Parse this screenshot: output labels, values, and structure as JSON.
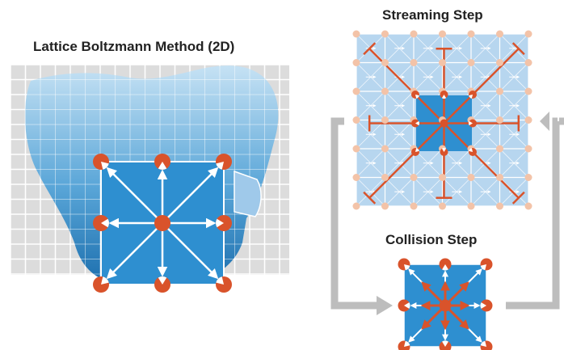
{
  "labels": {
    "main_title": "Lattice Boltzmann Method (2D)",
    "streaming_title": "Streaming Step",
    "collision_title": "Collision Step"
  },
  "colors": {
    "node": "#d9532b",
    "arrow": "#ffffff",
    "cell_blue": "#2e8fd0",
    "light_blue": "#b7d6ef",
    "grid_gray": "#c8c8c8",
    "fluid_top": "#b9dbf1",
    "fluid_bottom": "#1f78b4",
    "node_faint": "#f3c3a8",
    "flow_arrow": "#bdbdbd"
  }
}
